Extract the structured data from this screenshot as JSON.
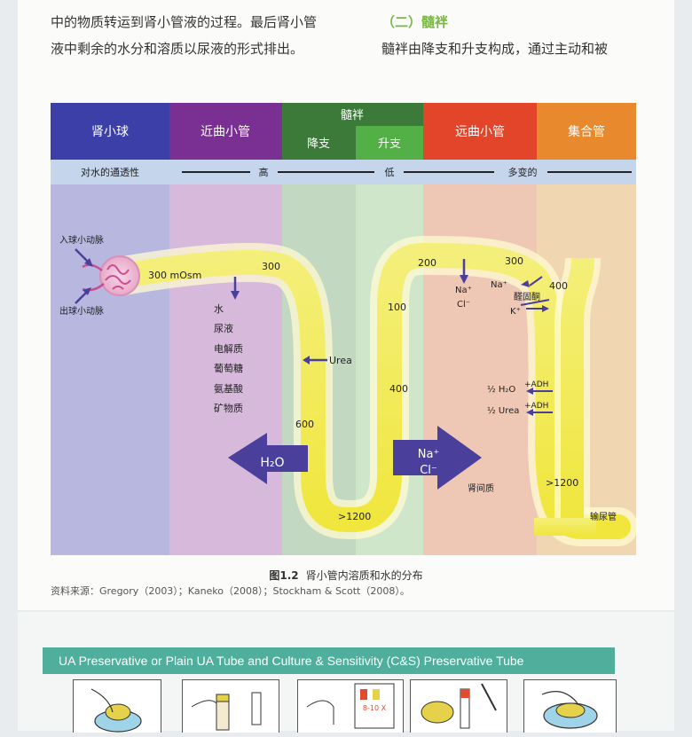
{
  "body_text": {
    "line1": "中的物质转运到肾小管液的过程。最后肾小管",
    "line2": "液中剩余的水分和溶质以尿液的形式排出。",
    "section_heading": "（二）髓袢",
    "line3": "髓袢由降支和升支构成，通过主动和被"
  },
  "diagram": {
    "segments": {
      "glomerulus": "肾小球",
      "proximal": "近曲小管",
      "loop": "髓袢",
      "descending": "降支",
      "ascending": "升支",
      "distal": "远曲小管",
      "collecting": "集合管"
    },
    "permeability": {
      "label": "对水的通透性",
      "high": "高",
      "low": "低",
      "variable": "多变的"
    },
    "vessels": {
      "afferent": "入球小动脉",
      "efferent": "出球小动脉"
    },
    "osmolality": {
      "start": "300 mOsm",
      "proximal_end": "300",
      "descending_mid": "600",
      "bottom": ">1200",
      "ascending_low": "400",
      "ascending_mid": "100",
      "ascending_top": "200",
      "distal": "300",
      "collecting_top": "400",
      "collecting_bottom": ">1200"
    },
    "reabsorbed": [
      "水",
      "尿液",
      "电解质",
      "葡萄糖",
      "氨基酸",
      "矿物质"
    ],
    "urea": "Urea",
    "h2o_arrow": "H₂O",
    "nacl_arrow_na": "Na⁺",
    "nacl_arrow_cl": "Cl⁻",
    "interstitium": "肾间质",
    "ureter": "输尿管",
    "distal_na": "Na⁺",
    "distal_cl": "Cl⁻",
    "distal_na2": "Na⁺",
    "aldosterone": "醛固酮",
    "k_ion": "K⁺",
    "h2o_adh": "½ H₂O",
    "urea_adh": "½ Urea",
    "adh": "+ADH"
  },
  "figure": {
    "number": "图1.2",
    "title": "肾小管内溶质和水的分布",
    "source": "资料来源：Gregory（2003）；Kaneko（2008）；Stockham & Scott（2008）。"
  },
  "ua_banner": "UA Preservative or Plain UA Tube and Culture & Sensitivity (C&S) Preservative Tube",
  "ua_tube_label": "8-10 X",
  "colors": {
    "glomerulus": "#3d3fa8",
    "proximal": "#7a2f92",
    "descending": "#3c7a3a",
    "ascending": "#52b046",
    "distal": "#e2452a",
    "collecting": "#e7892c",
    "tubule": "#f2ec60",
    "arrow": "#4b3f9c",
    "section_green": "#7ab648",
    "banner": "#4faf9c"
  }
}
